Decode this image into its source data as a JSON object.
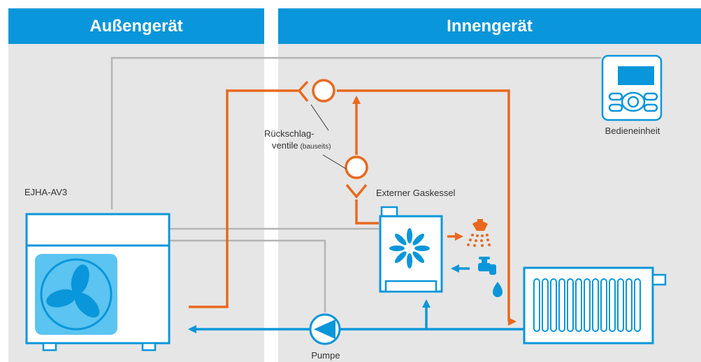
{
  "panels": {
    "outdoor_title": "Außengerät",
    "indoor_title": "Innengerät"
  },
  "labels": {
    "controller": "Bedieneinheit",
    "check_valves_line1": "Rückschlag-",
    "check_valves_line2": "ventile",
    "check_valves_note": "(bauseits)",
    "gas_boiler": "Externer Gaskessel",
    "outdoor_unit": "EJHA-AV3",
    "pump": "Pumpe"
  },
  "colors": {
    "header_blue": "#0a96da",
    "panel_gray": "#e6e6e6",
    "water_blue": "#0a96da",
    "hot_orange": "#e8691e",
    "signal_gray": "#b4b4b4",
    "fan_light_blue": "#5bc4f1"
  },
  "icons": {
    "shower": "shower-icon",
    "tap": "tap-icon",
    "flame": "flame-icon",
    "fan": "fan-icon"
  }
}
